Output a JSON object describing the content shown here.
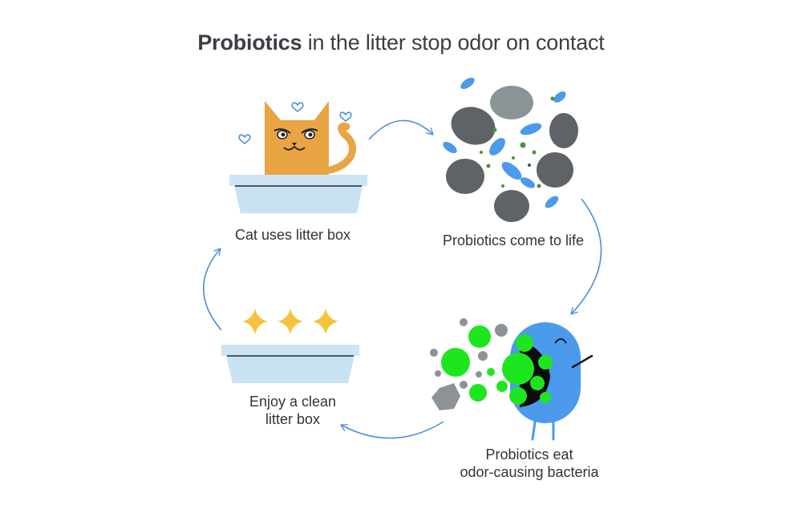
{
  "title": {
    "emphasis": "Probiotics",
    "rest": " in the litter stop odor on contact"
  },
  "steps": {
    "cat": {
      "label": "Cat uses litter box"
    },
    "probiotics": {
      "label": "Probiotics come to life"
    },
    "eat": {
      "line1": "Probiotics eat",
      "line2": "odor-causing bacteria"
    },
    "clean": {
      "line1": "Enjoy a clean",
      "line2": "litter box"
    }
  },
  "colors": {
    "text": "#3a3f45",
    "arrow": "#4a90d9",
    "cat_orange": "#e9a443",
    "tray_blue": "#c9e2f2",
    "probiotic_blue": "#4b9aec",
    "bacteria_green": "#1ee61e",
    "stone_gray": "#5f6266",
    "sparkle_yellow": "#f5c33b"
  },
  "icons": [
    "heart-icon",
    "sparkle-icon",
    "arrow-icon"
  ]
}
